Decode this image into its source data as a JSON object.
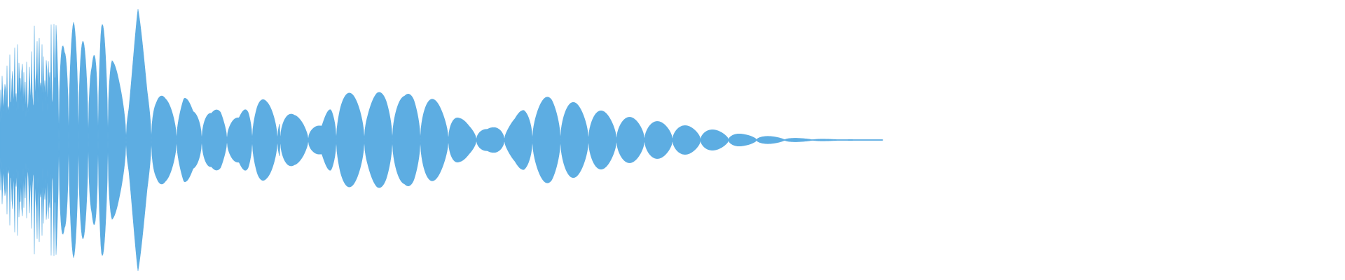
{
  "waveform": {
    "color": "#5dade2",
    "background": "#ffffff",
    "peaks": [
      0.5,
      0.62,
      0.78,
      0.58,
      0.92,
      0.7,
      0.98,
      0.64,
      0.85,
      0.72,
      0.55,
      0.88,
      0.6,
      0.48,
      0.4,
      0.95,
      0.52,
      0.36,
      0.3,
      0.28,
      0.34,
      0.22,
      0.26,
      0.2,
      0.24,
      0.18,
      0.16,
      0.3,
      0.32,
      0.28,
      0.26,
      0.22,
      0.18,
      0.16,
      0.12,
      0.1,
      0.3,
      0.36,
      0.34,
      0.32,
      0.3,
      0.34,
      0.36,
      0.34,
      0.32,
      0.36,
      0.34,
      0.3,
      0.26,
      0.22,
      0.16,
      0.12,
      0.1,
      0.08,
      0.1,
      0.12,
      0.16,
      0.24,
      0.28,
      0.3,
      0.32,
      0.3,
      0.28,
      0.26,
      0.24,
      0.22,
      0.2,
      0.18,
      0.17,
      0.16,
      0.15,
      0.14,
      0.13,
      0.12,
      0.11,
      0.1,
      0.09,
      0.08,
      0.07,
      0.06,
      0.05,
      0.04,
      0.035,
      0.03,
      0.025,
      0.02,
      0.015,
      0.012,
      0.01,
      0.008,
      0.006,
      0.005,
      0.004,
      0.003,
      0.002,
      0.0015,
      0.001
    ]
  }
}
